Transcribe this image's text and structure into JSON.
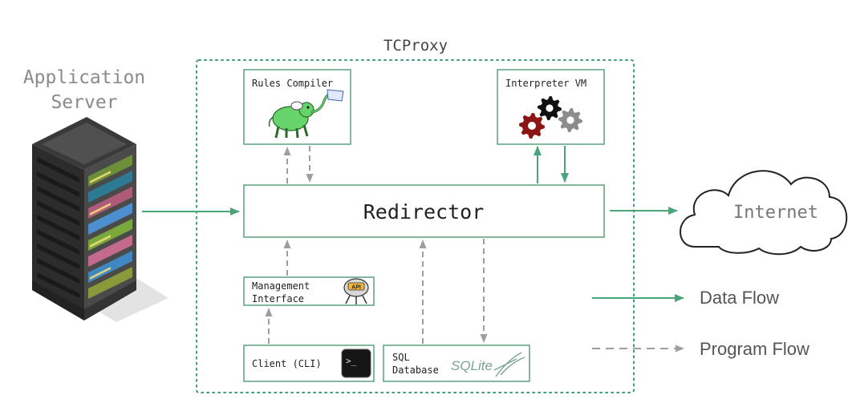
{
  "colors": {
    "data_flow": "#4aa57a",
    "program_flow": "#9e9e9e",
    "box_border": "#5aa07f",
    "proxy_border": "#3d9c78",
    "server_text": "#8a8a8a",
    "gear_red": "#8b1414",
    "gear_black": "#111111",
    "gear_gray": "#8c8c8c"
  },
  "labels": {
    "app_server_line1": "Application",
    "app_server_line2": "Server",
    "proxy_title": "TCProxy",
    "rules_compiler": "Rules Compiler",
    "interpreter_vm": "Interpreter VM",
    "redirector": "Redirector",
    "internet": "Internet",
    "management_line1": "Management",
    "management_line2": "Interface",
    "api_badge": "API",
    "client_cli": "Client (CLI)",
    "cli_prompt": ">_",
    "sql_line1": "SQL",
    "sql_line2": "Database",
    "sqlite_logo": "SQLite"
  },
  "legend": {
    "data_flow": "Data Flow",
    "program_flow": "Program Flow"
  },
  "icons": {
    "server": "server-rack-icon",
    "elephant": "elephant-mascot-icon",
    "gears": "gears-icon",
    "cloud": "cloud-icon",
    "api": "api-robot-icon",
    "terminal": "terminal-icon",
    "sqlite": "sqlite-logo-icon"
  }
}
